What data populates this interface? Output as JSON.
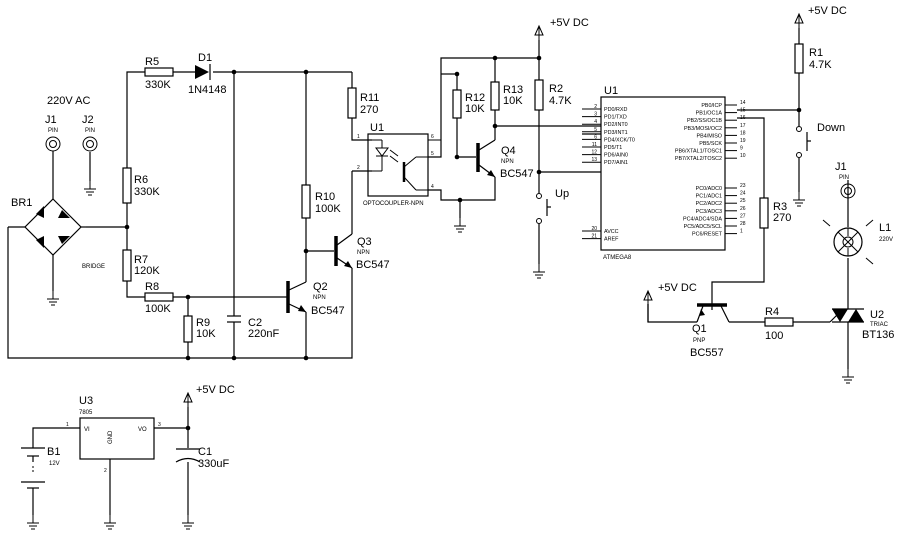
{
  "power": {
    "vcc": "+5V DC"
  },
  "mains": {
    "label": "220V AC",
    "j1": "J1",
    "j2": "J2",
    "pin": "PIN"
  },
  "bridge": {
    "ref": "BR1",
    "name": "BRIDGE"
  },
  "resistors": {
    "r1": {
      "ref": "R1",
      "val": "4.7K"
    },
    "r2": {
      "ref": "R2",
      "val": "4.7K"
    },
    "r3": {
      "ref": "R3",
      "val": "270"
    },
    "r4": {
      "ref": "R4",
      "val": "100"
    },
    "r5": {
      "ref": "R5",
      "val": "330K"
    },
    "r6": {
      "ref": "R6",
      "val": "330K"
    },
    "r7": {
      "ref": "R7",
      "val": "120K"
    },
    "r8": {
      "ref": "R8",
      "val": "100K"
    },
    "r9": {
      "ref": "R9",
      "val": "10K"
    },
    "r10": {
      "ref": "R10",
      "val": "100K"
    },
    "r11": {
      "ref": "R11",
      "val": "270"
    },
    "r12": {
      "ref": "R12",
      "val": "10K"
    },
    "r13": {
      "ref": "R13",
      "val": "10K"
    }
  },
  "diode": {
    "ref": "D1",
    "val": "1N4148"
  },
  "capacitors": {
    "c1": {
      "ref": "C1",
      "val": "330uF"
    },
    "c2": {
      "ref": "C2",
      "val": "220nF"
    }
  },
  "transistors": {
    "q1": {
      "ref": "Q1",
      "type": "PNP",
      "val": "BC557"
    },
    "q2": {
      "ref": "Q2",
      "type": "NPN",
      "val": "BC547"
    },
    "q3": {
      "ref": "Q3",
      "type": "NPN",
      "val": "BC547"
    },
    "q4": {
      "ref": "Q4",
      "type": "NPN",
      "val": "BC547"
    }
  },
  "opto": {
    "ref": "U1",
    "name": "OPTOCOUPLER-NPN",
    "pins": [
      "1",
      "2",
      "6",
      "5",
      "4"
    ]
  },
  "mcu": {
    "ref": "U1",
    "name": "ATMEGA8",
    "left_pins": [
      {
        "num": "2",
        "name": "PD0/RXD"
      },
      {
        "num": "3",
        "name": "PD1/TXD"
      },
      {
        "num": "4",
        "name": "PD2/INT0"
      },
      {
        "num": "5",
        "name": "PD3/INT1"
      },
      {
        "num": "6",
        "name": "PD4/XCK/T0"
      },
      {
        "num": "11",
        "name": "PD5/T1"
      },
      {
        "num": "12",
        "name": "PD6/AIN0"
      },
      {
        "num": "13",
        "name": "PD7/AIN1"
      }
    ],
    "power_pins": [
      {
        "num": "20",
        "name": "AVCC"
      },
      {
        "num": "21",
        "name": "AREF"
      }
    ],
    "right_b_pins": [
      {
        "num": "14",
        "name": "PB0/ICP"
      },
      {
        "num": "15",
        "name": "PB1/OC1A"
      },
      {
        "num": "16",
        "name": "PB2/SS/OC1B"
      },
      {
        "num": "17",
        "name": "PB3/MOSI/OC2"
      },
      {
        "num": "18",
        "name": "PB4/MISO"
      },
      {
        "num": "19",
        "name": "PB5/SCK"
      },
      {
        "num": "9",
        "name": "PB6/XTAL1/TOSC1"
      },
      {
        "num": "10",
        "name": "PB7/XTAL2/TOSC2"
      }
    ],
    "right_c_pins": [
      {
        "num": "23",
        "name": "PC0/ADC0"
      },
      {
        "num": "24",
        "name": "PC1/ADC1"
      },
      {
        "num": "25",
        "name": "PC2/ADC2"
      },
      {
        "num": "26",
        "name": "PC3/ADC3"
      },
      {
        "num": "27",
        "name": "PC4/ADC4/SDA"
      },
      {
        "num": "28",
        "name": "PC5/ADC5/SCL"
      },
      {
        "num": "1",
        "name": "PC6/RESET"
      }
    ]
  },
  "buttons": {
    "up": "Up",
    "down": "Down"
  },
  "lamp": {
    "ref": "J1",
    "pin": "PIN",
    "lref": "L1",
    "lval": "220V"
  },
  "triac": {
    "ref": "U2",
    "type": "TRIAC",
    "val": "BT136"
  },
  "regulator": {
    "ref": "U3",
    "part": "7805",
    "vi": "VI",
    "vo": "VO",
    "gnd": "GND",
    "pin_in": "1",
    "pin_gnd": "2",
    "pin_out": "3"
  },
  "battery": {
    "ref": "B1",
    "val": "12V"
  }
}
